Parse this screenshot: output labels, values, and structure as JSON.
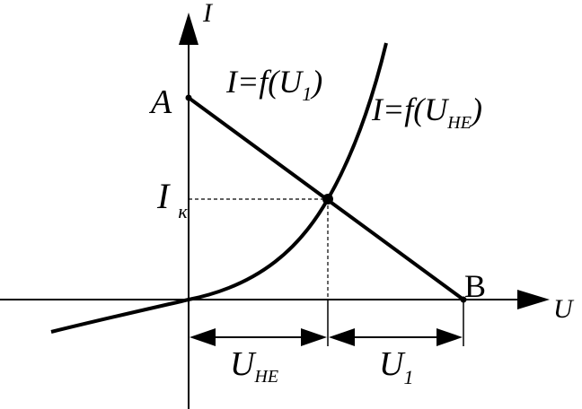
{
  "axes": {
    "y_label": "I",
    "x_label": "U"
  },
  "points": {
    "a": "A",
    "b": "B",
    "ik_main": "I",
    "ik_sub": "к"
  },
  "load_line": {
    "label_prefix": "I=f(U",
    "label_sub": "1",
    "label_suffix": ")"
  },
  "diode_curve": {
    "label_prefix": "I=f(U",
    "label_sub": "НЕ",
    "label_suffix": ")"
  },
  "dimensions": {
    "une_main": "U",
    "une_sub": "НЕ",
    "u1_main": "U",
    "u1_sub": "1"
  },
  "colors": {
    "ink": "#000000",
    "background": "#ffffff"
  }
}
